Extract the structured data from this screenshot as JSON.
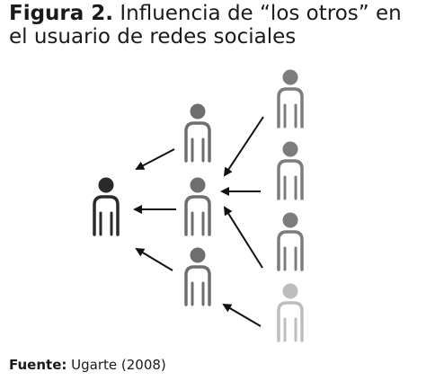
{
  "caption": {
    "label": "Figura 2.",
    "text": "Influencia de “los otros” en el usuario de redes sociales"
  },
  "source": {
    "label": "Fuente:",
    "text": "Ugarte (2008)"
  },
  "colors": {
    "user": "#2b2b2b",
    "tier_1": "#6e6e6e",
    "tier_2": "#7c7c7c",
    "tier_2_faded": "#bdbdbd",
    "arrow": "#111111"
  }
}
